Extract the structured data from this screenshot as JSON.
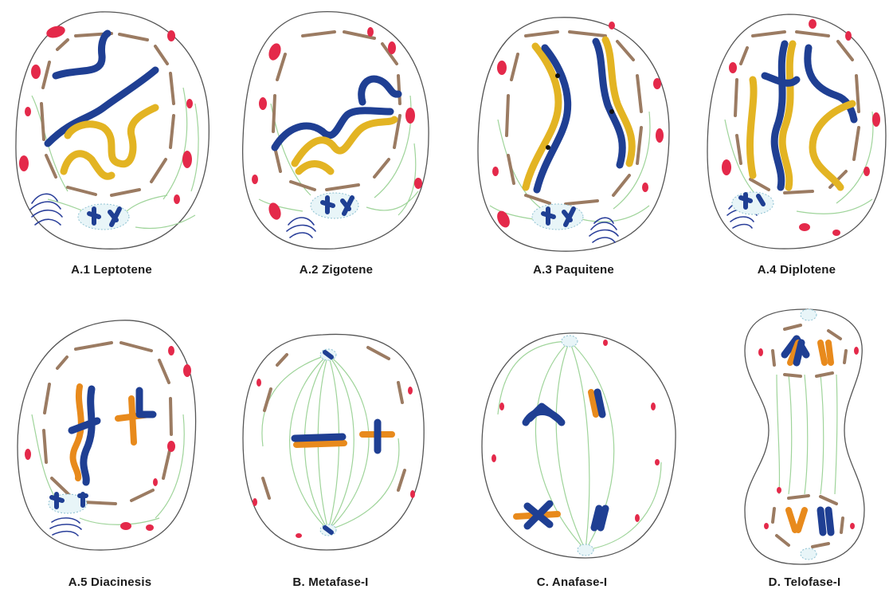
{
  "colors": {
    "membrane": "#555555",
    "nuclear_envelope": "#9b7b62",
    "spindle": "#9fd49a",
    "organelle": "#e4294a",
    "chromosome_blue": "#1f3f93",
    "chromosome_yellow": "#e3b423",
    "chromosome_orange": "#e88a1c",
    "centrosome": "#b8dde6"
  },
  "panels": [
    {
      "key": "leptotene",
      "label": "A.1 Leptotene"
    },
    {
      "key": "zigotene",
      "label": "A.2 Zigotene"
    },
    {
      "key": "paquitene",
      "label": "A.3 Paquitene"
    },
    {
      "key": "diplotene",
      "label": "A.4 Diplotene"
    },
    {
      "key": "diacinesis",
      "label": "A.5 Diacinesis"
    },
    {
      "key": "metafase",
      "label": "B. Metafase-I"
    },
    {
      "key": "anafase",
      "label": "C. Anafase-I"
    },
    {
      "key": "telofase",
      "label": "D. Telofase-I"
    }
  ]
}
